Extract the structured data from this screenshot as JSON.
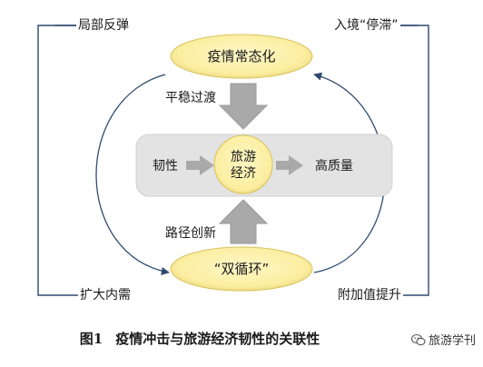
{
  "diagram": {
    "top_left_label": "局部反弹",
    "top_right_label": "入境“停滞”",
    "bottom_left_label": "扩大内需",
    "bottom_right_label": "附加值提升",
    "top_ellipse": "疫情常态化",
    "bottom_ellipse": "“双循环”",
    "top_arrow_label": "平稳过渡",
    "bottom_arrow_label": "路径创新",
    "center_left": "韧性",
    "center_circle_line1": "旅游",
    "center_circle_line2": "经济",
    "center_right": "高质量"
  },
  "caption": {
    "number": "图1",
    "title": "疫情冲击与旅游经济韧性的关联性"
  },
  "watermark": {
    "text": "旅游学刊"
  },
  "colors": {
    "ellipse_fill": "#fbeea0",
    "ellipse_edge": "#d9c25a",
    "center_box": "#e3e3e3",
    "arrow_gray": "#a9a9a9",
    "line_navy": "#2f4a70"
  }
}
